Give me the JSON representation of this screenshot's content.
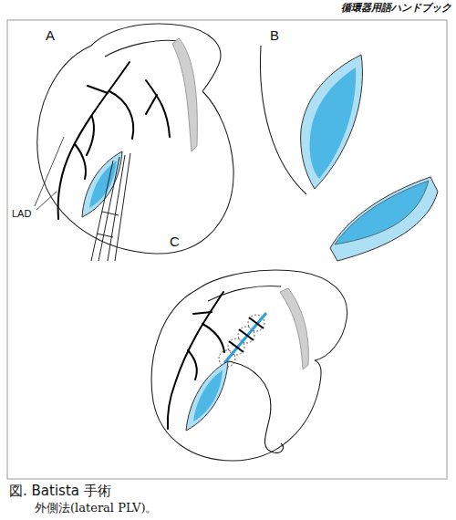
{
  "diagram": {
    "caption": "図. Batista 手術",
    "labels": [
      "循環器用語ハンドブック",
      "A",
      "B",
      "C",
      "LAD",
      "外側法(lateral PLV)。"
    ]
  }
}
